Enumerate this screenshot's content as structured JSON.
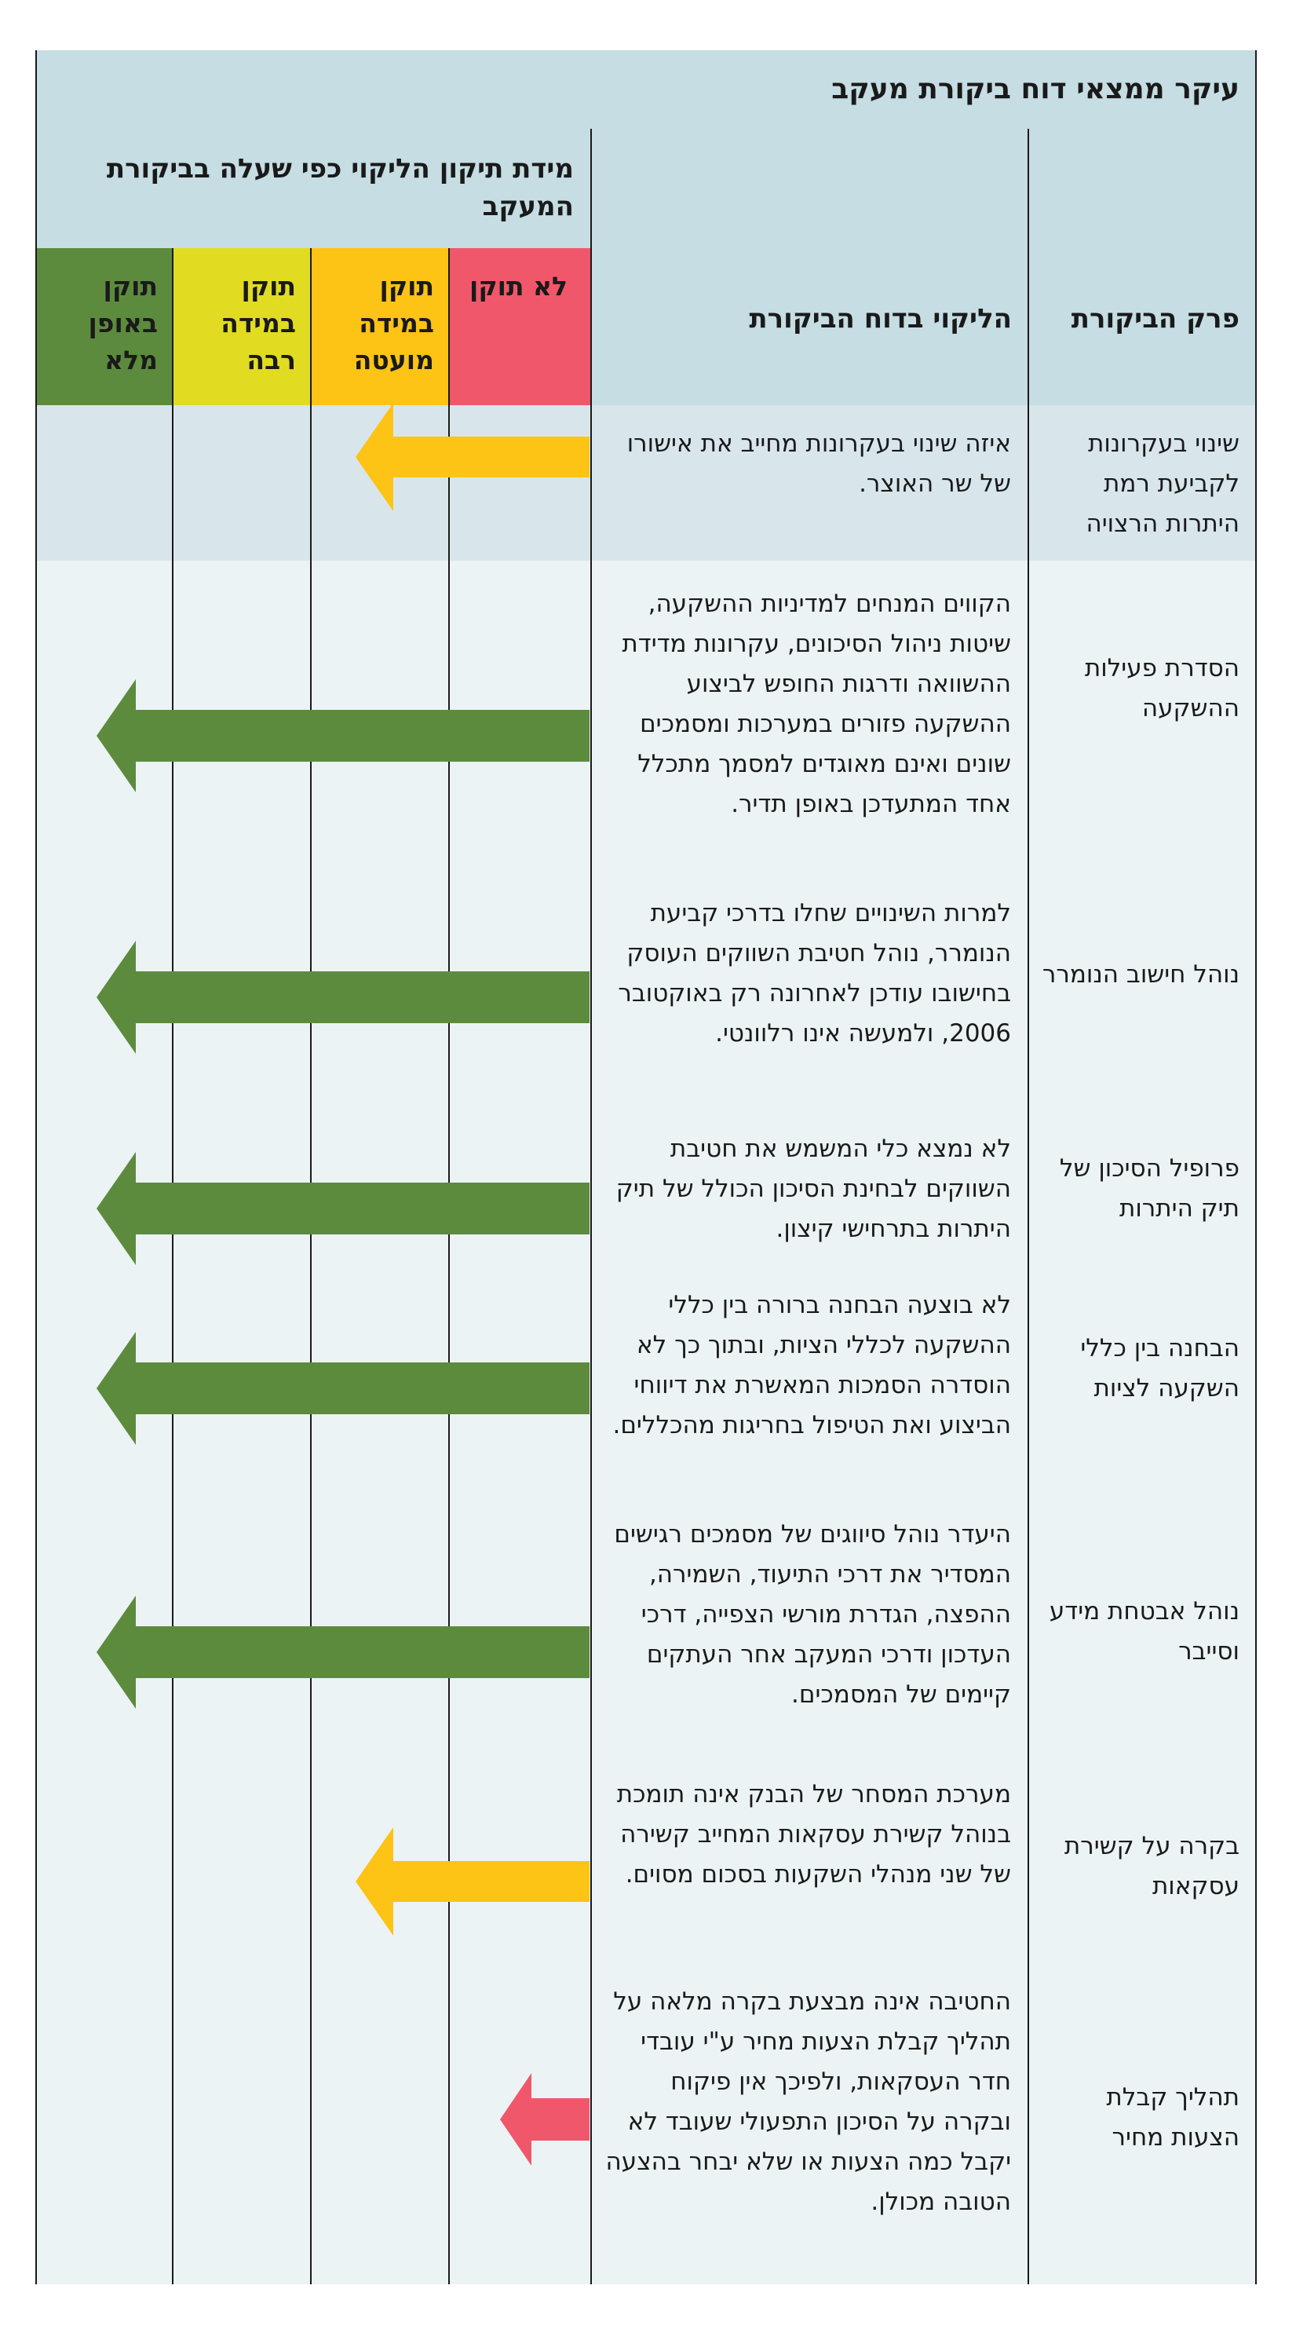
{
  "title": "עיקר ממצאי דוח ביקורת מעקב",
  "headers": {
    "chapter": "פרק הביקורת",
    "finding": "הליקוי בדוח הביקורת",
    "remediation": "מידת תיקון הליקוי כפי שעלה בביקורת המעקב"
  },
  "statuses": [
    {
      "label": "לא תוקן",
      "color": "#f0576a"
    },
    {
      "label": "תוקן במידה מועטה",
      "color": "#fdc315"
    },
    {
      "label": "תוקן במידה רבה",
      "color": "#e1dc22"
    },
    {
      "label": "תוקן באופן מלא",
      "color": "#5d8b3e"
    }
  ],
  "colors": {
    "header_bg": "#c5dde3",
    "first_row_bg": "#d8e6ec",
    "body_bg": "#ebf3f5",
    "arrow_full": "#5d8b3e",
    "arrow_partial": "#fdc315",
    "arrow_none": "#f0576a"
  },
  "rows": [
    {
      "chapter": "שינוי בעקרונות לקביעת רמת היתרות הרצויה",
      "finding": "איזה שינוי בעקרונות מחייב את אישורו של שר האוצר.",
      "status": "תוקן במידה מועטה"
    },
    {
      "chapter": "הסדרת פעילות ההשקעה",
      "finding": "הקווים המנחים למדיניות ההשקעה, שיטות ניהול הסיכונים, עקרונות מדידת ההשוואה ודרגות החופש לביצוע ההשקעה פזורים במערכות ומסמכים שונים ואינם מאוגדים למסמך מתכלל אחד המתעדכן באופן תדיר.",
      "status": "תוקן באופן מלא"
    },
    {
      "chapter": "נוהל חישוב הנומרר",
      "finding": "למרות השינויים שחלו בדרכי קביעת הנומרר, נוהל חטיבת השווקים העוסק בחישובו עודכן לאחרונה רק באוקטובר 2006, ולמעשה  אינו רלוונטי.",
      "status": "תוקן באופן מלא"
    },
    {
      "chapter": "פרופיל הסיכון של תיק היתרות",
      "finding": "לא נמצא כלי המשמש את חטיבת השווקים לבחינת הסיכון הכולל של תיק היתרות בתרחישי קיצון.",
      "status": "תוקן באופן מלא"
    },
    {
      "chapter": "הבחנה בין כללי השקעה לציות",
      "finding": "לא בוצעה הבחנה ברורה בין כללי ההשקעה לכללי הציות, ובתוך כך לא הוסדרה הסמכות המאשרת את דיווחי הביצוע ואת הטיפול בחריגות מהכללים.",
      "status": "תוקן באופן מלא"
    },
    {
      "chapter": "נוהל אבטחת מידע וסייבר",
      "finding": "היעדר נוהל סיווגים של מסמכים רגישים המסדיר את דרכי התיעוד, השמירה, ההפצה, הגדרת מורשי הצפייה, דרכי העדכון ודרכי המעקב אחר העתקים קיימים של המסמכים.",
      "status": "תוקן באופן מלא"
    },
    {
      "chapter": "בקרה על קשירת עסקאות",
      "finding": "מערכת המסחר של הבנק אינה תומכת בנוהל קשירת עסקאות המחייב קשירה של שני מנהלי השקעות בסכום מסוים.",
      "status": "תוקן במידה מועטה"
    },
    {
      "chapter": "תהליך קבלת הצעות מחיר",
      "finding": "החטיבה אינה מבצעת בקרה מלאה על תהליך קבלת הצעות מחיר ע\"י עובדי חדר העסקאות, ולפיכך אין פיקוח ובקרה על הסיכון התפעולי שעובד לא יקבל כמה הצעות או שלא יבחר בהצעה הטובה מכולן.",
      "status": "לא תוקן"
    }
  ]
}
